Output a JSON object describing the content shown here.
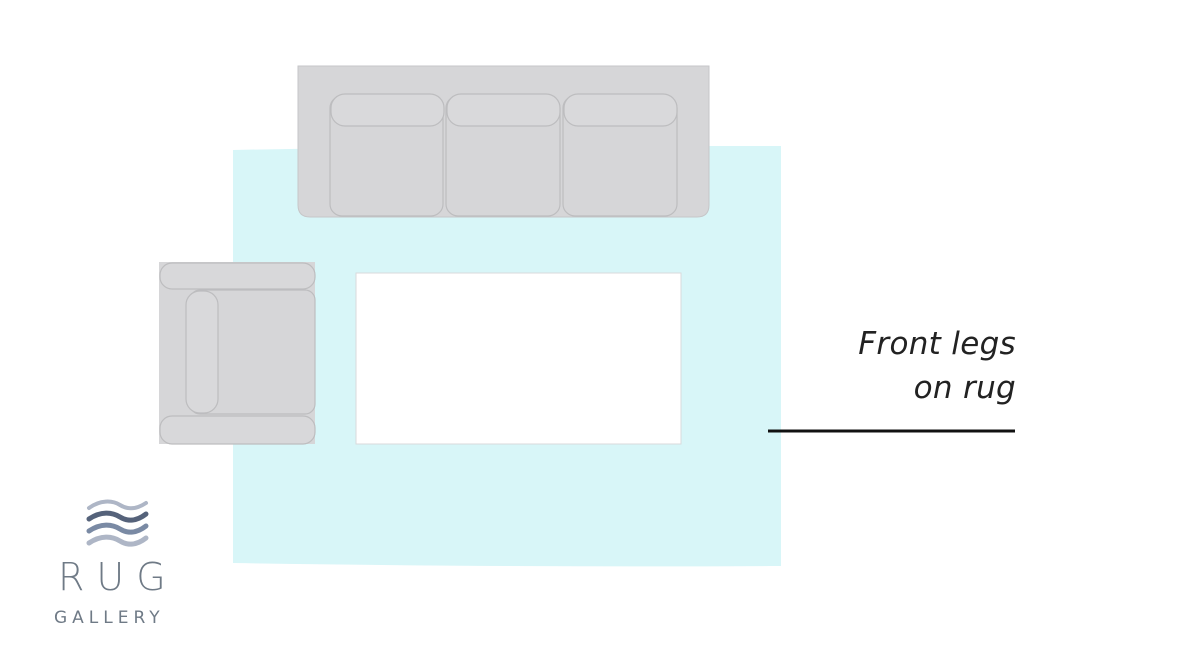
{
  "caption": {
    "line1": "Front legs",
    "line2": "on rug"
  },
  "logo": {
    "word": "RUG",
    "sub": "GALLERY",
    "icon": "wave-lines-icon"
  },
  "colors": {
    "rug": "#d8f6f8",
    "furniture": "#d6d6d8",
    "furniture_outline": "#c2c2c4",
    "table": "#ffffff",
    "caption_line": "#111111",
    "logo_text": "#6f7a86",
    "logo_wave_dark": "#55627a",
    "logo_wave_light": "#aeb6c6"
  }
}
